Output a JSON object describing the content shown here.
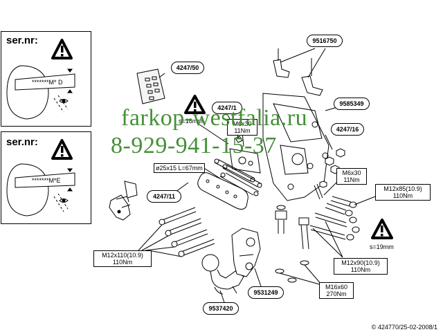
{
  "left_panels": {
    "top": {
      "label": "ser.nr:",
      "code": "*******M* D"
    },
    "bottom": {
      "label": "ser.nr:",
      "code": "*******M*E"
    }
  },
  "part_numbers": {
    "p9516750": "9516750",
    "p4247_50": "4247/50",
    "p4247_1": "4247/1",
    "p9585349": "9585349",
    "p4247_16": "4247/16",
    "p4247_11": "4247/11",
    "p9531249": "9531249",
    "p9537420": "9537420"
  },
  "specs": {
    "s18": "s=18mm",
    "m6x30_top": {
      "size": "M6x30",
      "torque": "11Nm"
    },
    "sleeve": "ø25x15 L=67mm",
    "m6x30_right": {
      "size": "M6x30",
      "torque": "11Nm"
    },
    "m12x85": {
      "size": "M12x85(10.9)",
      "torque": "110Nm"
    },
    "s19": "s=19mm",
    "m12x110": {
      "size": "M12x110(10.9)",
      "torque": "110Nm"
    },
    "m12x90": {
      "size": "M12x90(10.9)",
      "torque": "110Nm"
    },
    "m16x60": {
      "size": "M16x60",
      "torque": "270Nm"
    }
  },
  "watermark": {
    "line1": "farkop-westfalia.ru",
    "line2": "8-929-941-15-37"
  },
  "footer": "© 424770/25-02-2008/1",
  "colors": {
    "watermark": "#3c8a2e",
    "line": "#000000"
  }
}
